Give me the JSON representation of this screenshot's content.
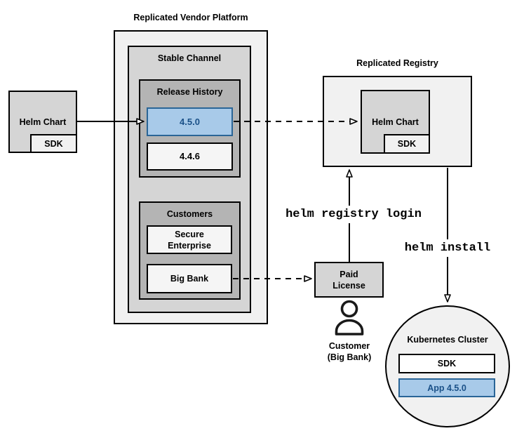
{
  "vendor_platform": {
    "title": "Replicated Vendor Platform",
    "stable_channel": {
      "label": "Stable Channel",
      "release_history": {
        "label": "Release History",
        "releases": [
          {
            "version": "4.5.0",
            "highlighted": true
          },
          {
            "version": "4.4.6",
            "highlighted": false
          }
        ]
      },
      "customers": {
        "label": "Customers",
        "entries": [
          {
            "name": "Secure Enterprise"
          },
          {
            "name": "Big Bank"
          }
        ]
      }
    }
  },
  "source_chart": {
    "label": "Helm Chart",
    "sdk_label": "SDK"
  },
  "registry": {
    "title": "Replicated Registry",
    "helm_chart_label": "Helm Chart",
    "sdk_label": "SDK"
  },
  "paid_license": {
    "label": "Paid License"
  },
  "customer": {
    "line1": "Customer",
    "line2": "(Big Bank)"
  },
  "commands": {
    "registry_login": "helm registry login",
    "install": "helm install"
  },
  "kubernetes": {
    "title": "Kubernetes Cluster",
    "sdk_label": "SDK",
    "app_label": "App 4.5.0"
  },
  "colors": {
    "highlight_fill": "#a8cae9",
    "highlight_border": "#2a6597",
    "highlight_text": "#1b5188",
    "box_border": "#000000",
    "outer_fill": "#f1f1f1",
    "mid_gray_fill": "#d5d5d5",
    "dark_gray_fill": "#b4b4b4"
  }
}
